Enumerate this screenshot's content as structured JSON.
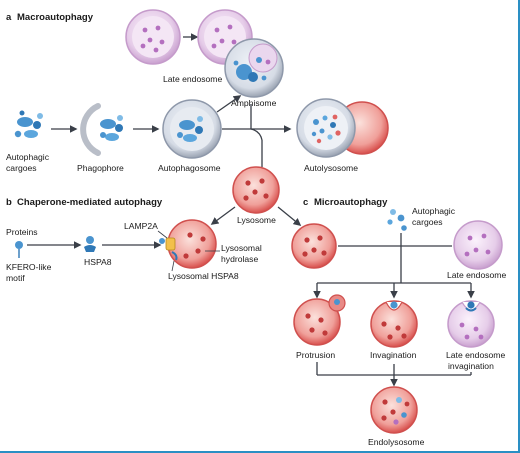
{
  "colors": {
    "arrow": "#3a3f48",
    "lyso": "#e06462",
    "lyso_light": "#f6c9c5",
    "endo": "#d8b8de",
    "endo_light": "#f0e0f2",
    "cargo": "#4a94cf",
    "phago": "#b9bec8"
  },
  "panel_a": {
    "letter": "a",
    "title": "Macroautophagy",
    "late_endosome": "Late endosome",
    "amphisome": "Amphisome",
    "cargoes_1": "Autophagic",
    "cargoes_2": "cargoes",
    "phagophore": "Phagophore",
    "autophagosome": "Autophagosome",
    "autolysosome": "Autolysosome"
  },
  "center": {
    "lysosome": "Lysosome"
  },
  "panel_b": {
    "letter": "b",
    "title": "Chaperone-mediated autophagy",
    "proteins": "Proteins",
    "kferq_1": "KFERO-like",
    "kferq_2": "motif",
    "hspa8": "HSPA8",
    "lamp2a": "LAMP2A",
    "hydrolase_1": "Lysosomal",
    "hydrolase_2": "hydrolase",
    "lyso_hspa8": "Lysosomal HSPA8"
  },
  "panel_c": {
    "letter": "c",
    "title": "Microautophagy",
    "cargoes_1": "Autophagic",
    "cargoes_2": "cargoes",
    "late_endosome": "Late endosome",
    "protrusion": "Protrusion",
    "invagination": "Invagination",
    "le_inv_1": "Late endosome",
    "le_inv_2": "invagination",
    "endolysosome": "Endolysosome"
  }
}
